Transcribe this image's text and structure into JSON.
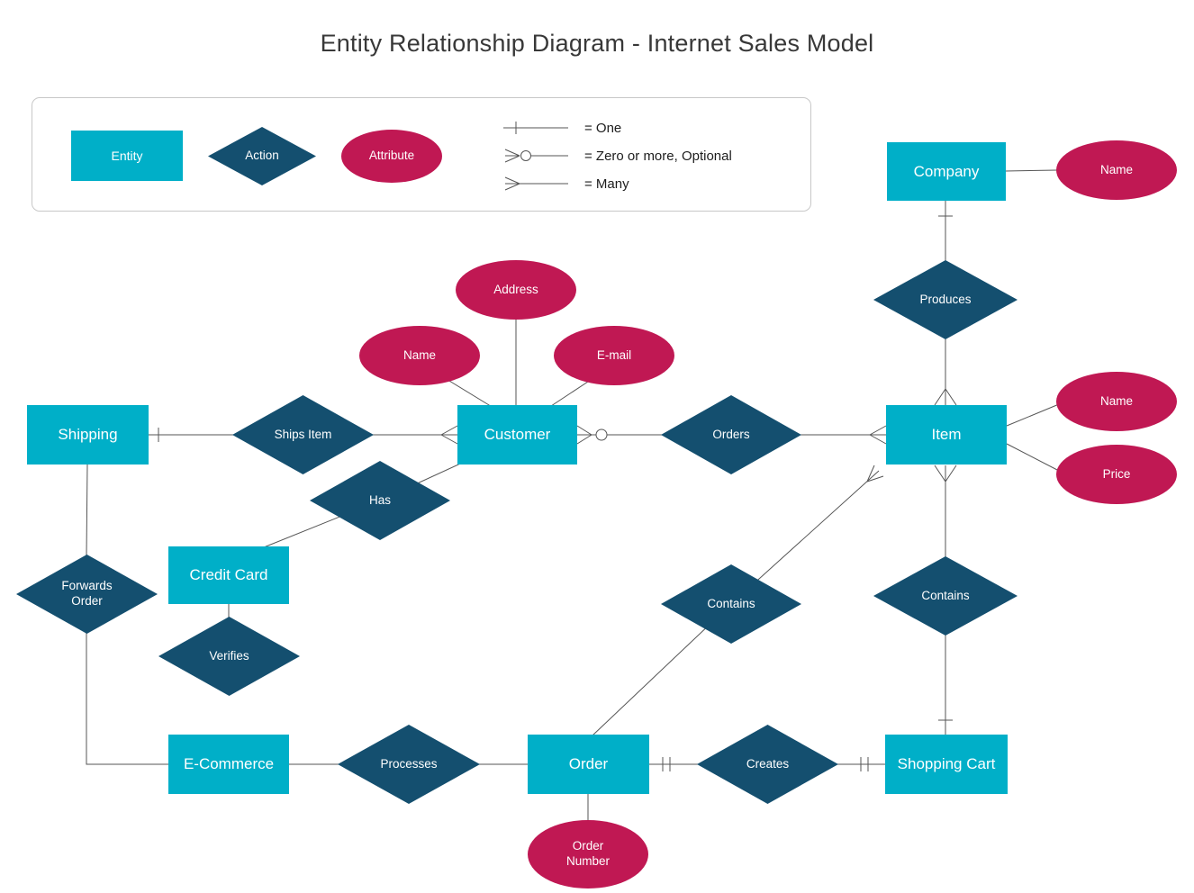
{
  "title": "Entity Relationship Diagram - Internet Sales Model",
  "colors": {
    "entity": "#00AFC8",
    "action": "#144F6F",
    "attribute": "#C01853",
    "line": "#555555"
  },
  "legend": {
    "entity_label": "Entity",
    "action_label": "Action",
    "attribute_label": "Attribute",
    "items": [
      {
        "symbol": "one",
        "label": "= One"
      },
      {
        "symbol": "zero-or-more",
        "label": "= Zero or more, Optional"
      },
      {
        "symbol": "many",
        "label": "= Many"
      }
    ]
  },
  "entities": {
    "company": "Company",
    "shipping": "Shipping",
    "customer": "Customer",
    "item": "Item",
    "credit_card": "Credit Card",
    "ecommerce": "E-Commerce",
    "order": "Order",
    "shopping_cart": "Shopping Cart"
  },
  "actions": {
    "produces": "Produces",
    "ships_item": "Ships Item",
    "orders": "Orders",
    "has": "Has",
    "forwards_order": "Forwards Order",
    "verifies": "Verifies",
    "contains_order": "Contains",
    "contains_cart": "Contains",
    "processes": "Processes",
    "creates": "Creates"
  },
  "attributes": {
    "company_name": "Name",
    "address": "Address",
    "customer_name": "Name",
    "email": "E-mail",
    "item_name": "Name",
    "price": "Price",
    "order_number": "Order Number"
  },
  "relationships": [
    {
      "from": "Company",
      "via": "Produces",
      "to": "Item",
      "from_card": "one",
      "to_card": "many"
    },
    {
      "from": "Shipping",
      "via": "Ships Item",
      "to": "Customer",
      "from_card": "one",
      "to_card": "many"
    },
    {
      "from": "Customer",
      "via": "Orders",
      "to": "Item",
      "from_card": "zero or more, optional",
      "to_card": "many"
    },
    {
      "from": "Customer",
      "via": "Has",
      "to": "Credit Card"
    },
    {
      "from": "Credit Card",
      "via": "Verifies",
      "to": ""
    },
    {
      "from": "Shipping",
      "via": "Forwards Order",
      "to": "E-Commerce"
    },
    {
      "from": "E-Commerce",
      "via": "Processes",
      "to": "Order"
    },
    {
      "from": "Order",
      "via": "Creates",
      "to": "Shopping Cart",
      "from_card": "one",
      "to_card": "one"
    },
    {
      "from": "Shopping Cart",
      "via": "Contains",
      "to": "Item",
      "from_card": "one",
      "to_card": "many"
    },
    {
      "from": "Order",
      "via": "Contains",
      "to": "Item",
      "to_card": "many"
    }
  ],
  "attribute_links": [
    {
      "entity": "Company",
      "attribute": "Name"
    },
    {
      "entity": "Customer",
      "attribute": "Address"
    },
    {
      "entity": "Customer",
      "attribute": "Name"
    },
    {
      "entity": "Customer",
      "attribute": "E-mail"
    },
    {
      "entity": "Item",
      "attribute": "Name"
    },
    {
      "entity": "Item",
      "attribute": "Price"
    },
    {
      "entity": "Order",
      "attribute": "Order Number"
    }
  ]
}
